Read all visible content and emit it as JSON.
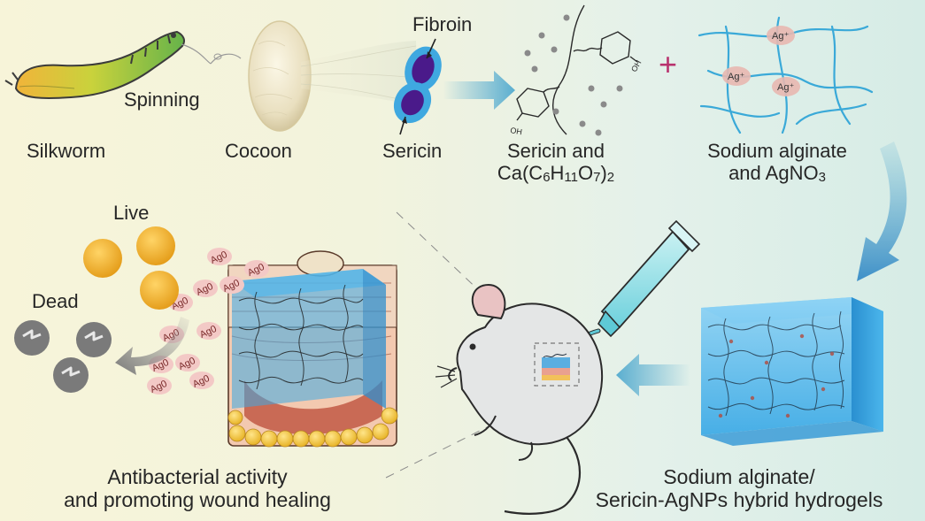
{
  "labels": {
    "silkworm": "Silkworm",
    "spinning": "Spinning",
    "cocoon": "Cocoon",
    "fibroin": "Fibroin",
    "sericin": "Sericin",
    "sericin_and_line1": "Sericin and",
    "calcium_prefix": "Ca(C",
    "sub_6": "6",
    "h": "H",
    "sub_11": "11",
    "o": "O",
    "sub_7": "7",
    "calcium_suffix": ")",
    "sub_2": "2",
    "sodium_alginate_line1": "Sodium alginate",
    "and_agno": "and AgNO",
    "sub_3": "3",
    "plus": "+",
    "live": "Live",
    "dead": "Dead",
    "antibacterial_line1": "Antibacterial activity",
    "antibacterial_line2": "and promoting wound healing",
    "hydrogel_line1": "Sodium alginate/",
    "hydrogel_line2": "Sericin-AgNPs hybrid hydrogels"
  },
  "ag_ion_label": "Ag⁺",
  "ag0_label": "Ag0",
  "oh_label": "OH",
  "colors": {
    "arrow_blue": "#5aaed0",
    "plus_magenta": "#b8326e",
    "fibroin_purple": "#4a1a8a",
    "sericin_blue": "#3fa8e0",
    "live_orange": "#f0a623",
    "dead_gray": "#7a7a7a",
    "ag0_pink": "#f3c9c6",
    "hydrogel_blue": "#3aa9e6"
  }
}
